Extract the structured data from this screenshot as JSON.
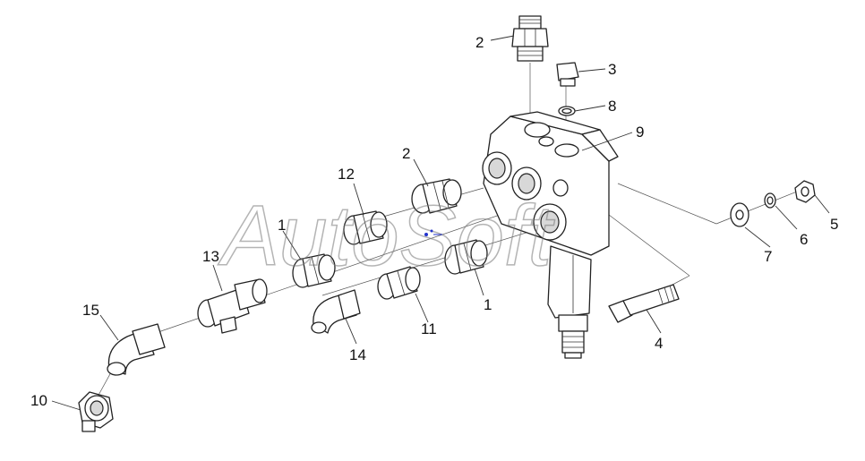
{
  "watermark": "AutoSoft",
  "callouts": {
    "n1a": "1",
    "n1b": "1",
    "n2a": "2",
    "n2b": "2",
    "n3": "3",
    "n4": "4",
    "n5": "5",
    "n6": "6",
    "n7": "7",
    "n8": "8",
    "n9": "9",
    "n10": "10",
    "n11": "11",
    "n12": "12",
    "n13": "13",
    "n14": "14",
    "n15": "15"
  }
}
